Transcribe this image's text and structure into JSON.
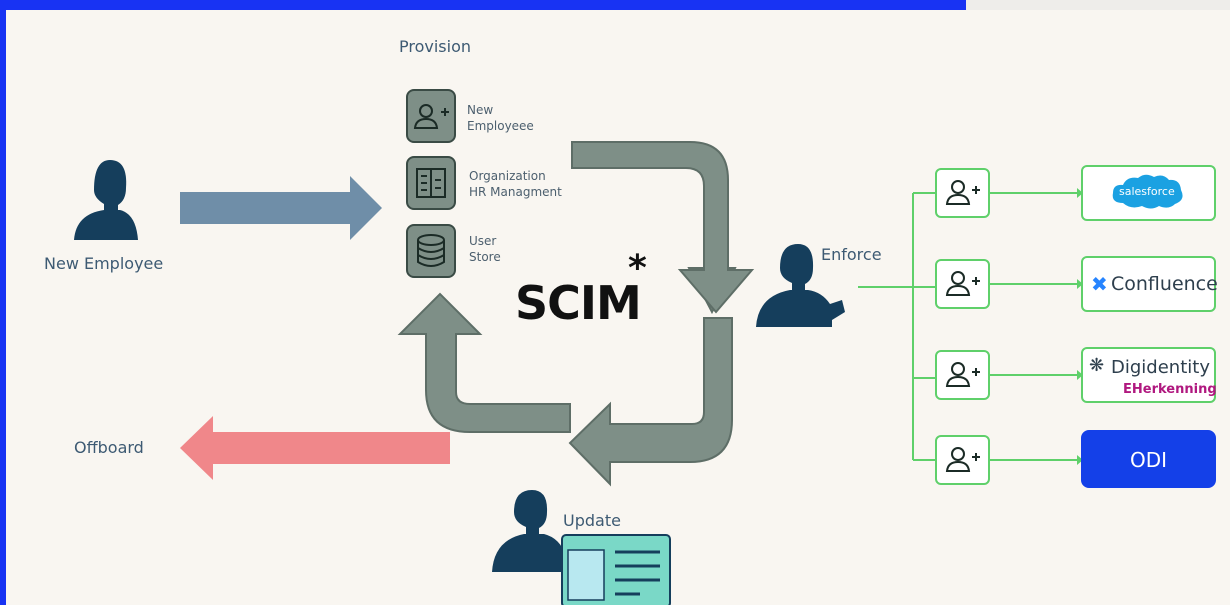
{
  "labels": {
    "provision": "Provision",
    "new_employee": "New Employee",
    "enforce": "Enforce",
    "offboard": "Offboard",
    "update": "Update"
  },
  "provision_items": [
    {
      "line1": "New",
      "line2": "Employeee",
      "icon": "user-plus-icon"
    },
    {
      "line1": "Organization",
      "line2": "HR Managment",
      "icon": "building-icon"
    },
    {
      "line1": "User",
      "line2": "Store",
      "icon": "database-icon"
    }
  ],
  "logo": {
    "text": "SCIM",
    "mark": "*"
  },
  "apps": [
    {
      "name": "salesforce",
      "icon": "salesforce-cloud-icon",
      "color": "#1ba1e2"
    },
    {
      "name": "Confluence",
      "icon": "confluence-icon",
      "color": "#2684ff"
    },
    {
      "name": "Digidentity",
      "sub": "EHerkenning",
      "icon": "digidentity-icon",
      "sub_color": "#b0187f"
    },
    {
      "name": "ODI",
      "color": "#1440e8"
    }
  ],
  "colors": {
    "arrow_in": "#6f8ea8",
    "cycle": "#7e8f87",
    "offboard": "#f0878a",
    "connector": "#5fd06a",
    "person": "#153e5c"
  }
}
